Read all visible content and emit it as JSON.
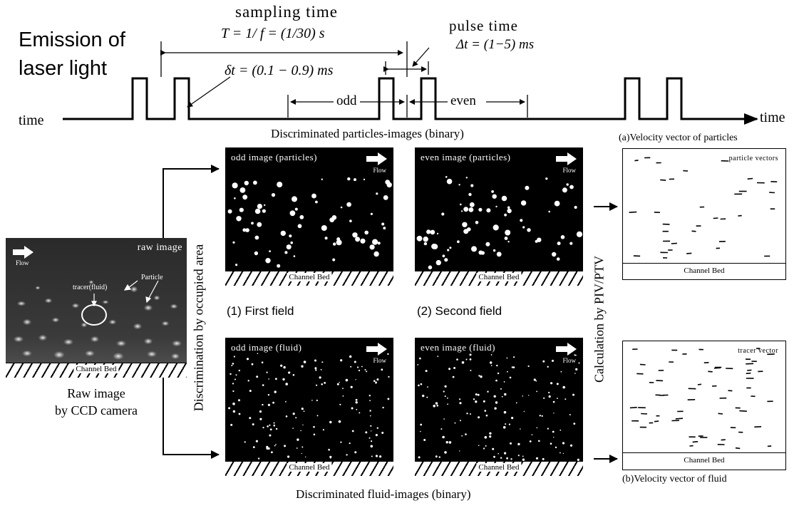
{
  "timing": {
    "emission_line1": "Emission of",
    "emission_line2": "laser light",
    "sampling_label": "sampling time",
    "sampling_formula": "T = 1/ f = (1/30) s",
    "pulse_label": "pulse time",
    "pulse_formula": "Δt = (1−5) ms",
    "delta_formula": "δt = (0.1 − 0.9) ms",
    "odd_label": "odd",
    "even_label": "even",
    "time_left": "time",
    "time_right": "time"
  },
  "headings": {
    "particles_images": "Discriminated particles-images  (binary)",
    "fluid_images": "Discriminated fluid-images (binary)",
    "first_field": "(1) First field",
    "second_field": "(2) Second field",
    "discrimination": "Discrimination by occupied area",
    "calculation": "Calculation by PIV/PTV"
  },
  "raw": {
    "title": "raw image",
    "flow": "Flow",
    "tracer": "tracer(fluid)",
    "particle": "Particle",
    "bed": "Channel Bed",
    "caption_line1": "Raw image",
    "caption_line2": "by CCD camera"
  },
  "panels": {
    "odd_particles": "odd image (particles)",
    "even_particles": "even image (particles)",
    "odd_fluid": "odd image (fluid)",
    "even_fluid": "even image (fluid)",
    "flow": "Flow",
    "bed": "Channel Bed"
  },
  "vectors": {
    "particles_title": "(a)Velocity vector of particles",
    "particles_label": "particle vectors",
    "fluid_title": "(b)Velocity vector of fluid",
    "fluid_label": "tracer vector",
    "bed": "Channel Bed"
  }
}
